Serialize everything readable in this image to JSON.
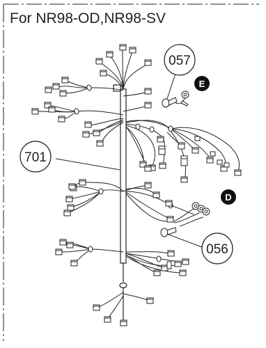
{
  "header": {
    "title": "For NR98-OD,NR98-SV"
  },
  "callouts": {
    "part_057": "057",
    "part_701": "701",
    "part_056": "056"
  },
  "badges": {
    "e": "E",
    "d": "D"
  },
  "colors": {
    "line": "#222222",
    "badge_fill": "#111111",
    "connector_fill": "#ffffff"
  }
}
